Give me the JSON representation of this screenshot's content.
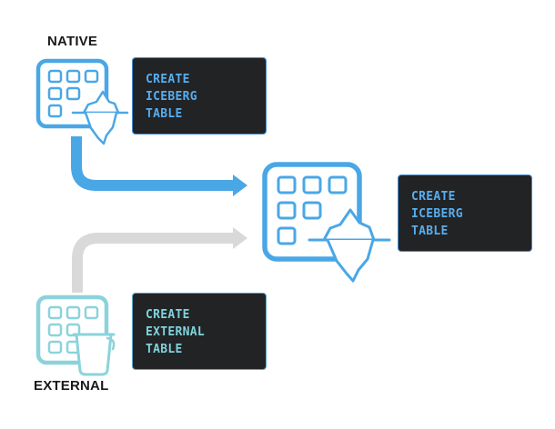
{
  "labels": {
    "native": "NATIVE",
    "external": "EXTERNAL"
  },
  "boxes": {
    "native": {
      "lines": [
        "CREATE",
        "ICEBERG",
        "TABLE"
      ]
    },
    "result": {
      "lines": [
        "CREATE",
        "ICEBERG",
        "TABLE"
      ]
    },
    "external": {
      "lines": [
        "CREATE",
        "EXTERNAL",
        "TABLE"
      ]
    }
  },
  "colors": {
    "blue": "#4aa7e6",
    "teal": "#8bd3dc",
    "gray_arrow": "#d9d9d9",
    "box_bg": "#222325"
  },
  "icons": {
    "native": "table-grid-with-iceberg-icon",
    "result": "table-grid-with-iceberg-icon",
    "external": "table-grid-with-bucket-icon"
  }
}
